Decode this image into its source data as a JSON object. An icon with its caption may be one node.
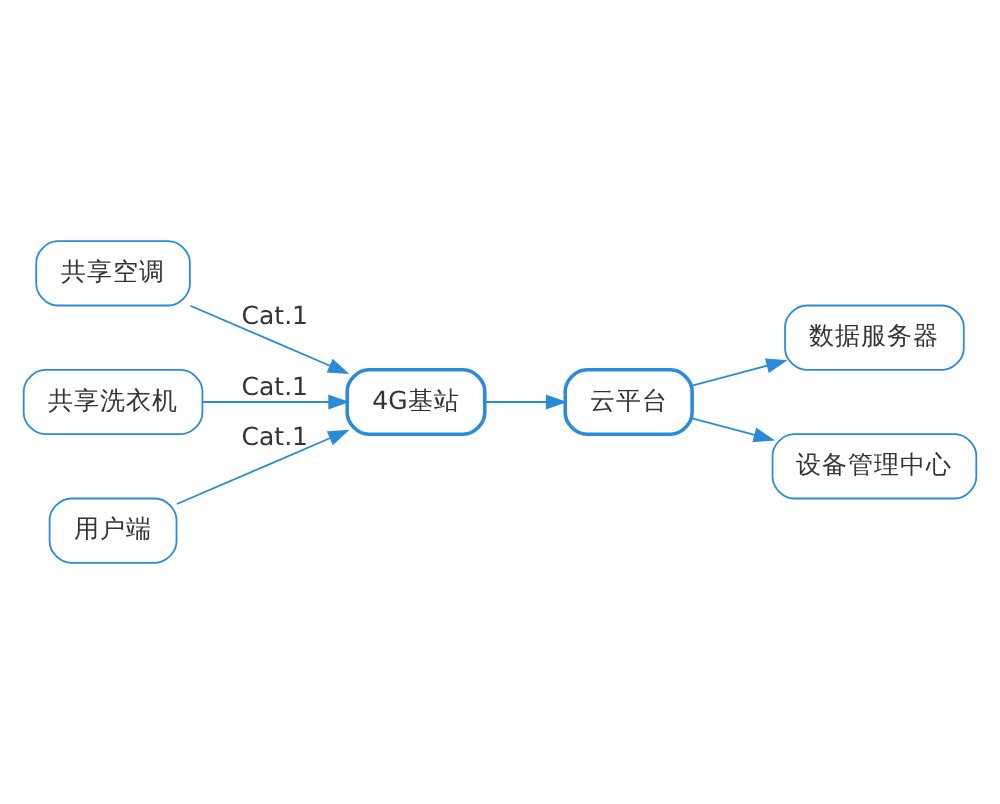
{
  "diagram": {
    "nodes": [
      {
        "text": [
          "共享空调"
        ]
      },
      {
        "text": [
          "共享洗衣机"
        ]
      },
      {
        "text": [
          "4G基站"
        ]
      },
      {
        "text": [
          "用户端"
        ]
      },
      {
        "text": [
          "云平台"
        ]
      },
      {
        "text": [
          "数据服务器"
        ]
      },
      {
        "text": [
          "设备管理中心"
        ]
      }
    ],
    "edges": [
      {
        "from": 0,
        "to": 2,
        "arrow": "to",
        "label": "Cat.1"
      },
      {
        "from": 1,
        "to": 2,
        "arrow": "to",
        "label": "Cat.1"
      },
      {
        "from": 3,
        "to": 2,
        "arrow": "to",
        "label": "Cat.1"
      },
      {
        "from": 2,
        "to": 4,
        "arrow": "to"
      },
      {
        "from": 4,
        "to": 5,
        "arrow": "to"
      },
      {
        "from": 4,
        "to": 6,
        "arrow": "to"
      }
    ]
  }
}
